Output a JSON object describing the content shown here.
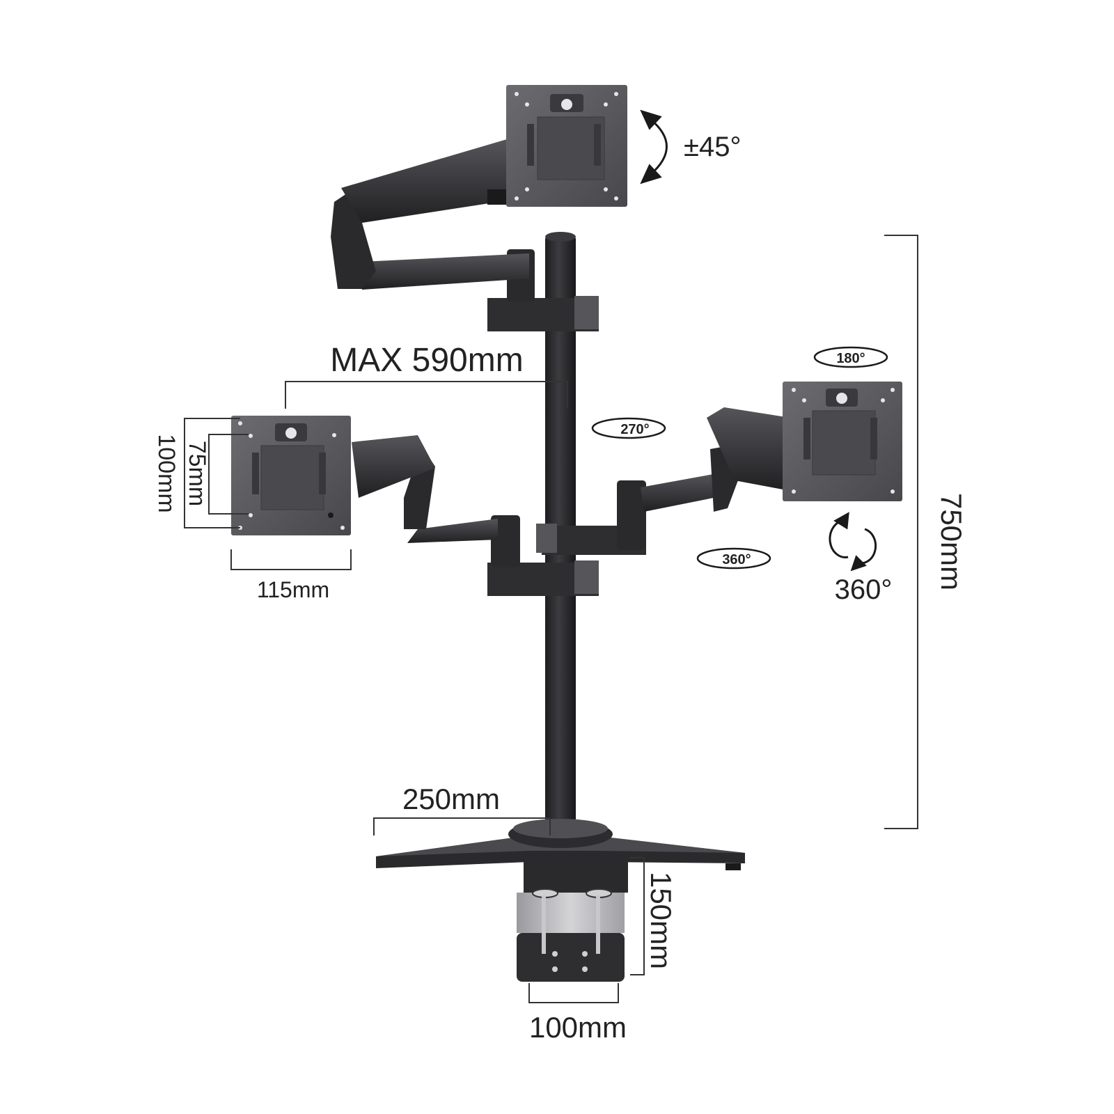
{
  "labels": {
    "tilt": "±45°",
    "max_reach": "MAX 590mm",
    "pole_rotation": "270°",
    "swivel_top": "180°",
    "elbow_rotation": "360°",
    "screen_rotation": "360°",
    "height": "750mm",
    "vesa_h_outer": "100mm",
    "vesa_h_inner": "75mm",
    "plate_width": "115mm",
    "base_reach": "250mm",
    "clamp_height": "150mm",
    "clamp_width": "100mm"
  },
  "colors": {
    "metal_dark": "#2e2e30",
    "metal_mid": "#4a4a4d",
    "metal_light": "#6a6a6e",
    "plate": "#5a5a5e",
    "clamp_silver": "#b8b8bb",
    "dim_line": "#333333",
    "text": "#222222"
  }
}
